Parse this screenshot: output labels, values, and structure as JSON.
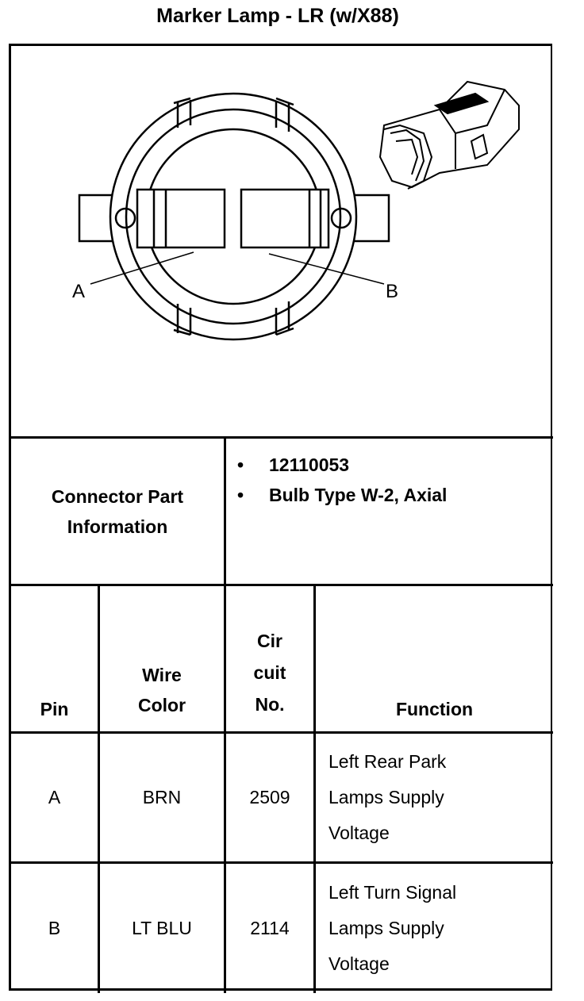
{
  "title": "Marker Lamp - LR (w/X88)",
  "diagram": {
    "label_a": "A",
    "label_b": "B"
  },
  "connector_info": {
    "label": "Connector Part Information",
    "bullets": [
      "12110053",
      "Bulb Type W-2, Axial"
    ]
  },
  "table": {
    "headers": {
      "pin": "Pin",
      "wire_color": "Wire Color",
      "circuit_no": "Cir cuit No.",
      "function": "Function"
    },
    "rows": [
      {
        "pin": "A",
        "wire_color": "BRN",
        "circuit": "2509",
        "function": "Left Rear Park Lamps Supply Voltage"
      },
      {
        "pin": "B",
        "wire_color": "LT BLU",
        "circuit": "2114",
        "function": "Left Turn Signal Lamps Supply Voltage"
      }
    ]
  }
}
